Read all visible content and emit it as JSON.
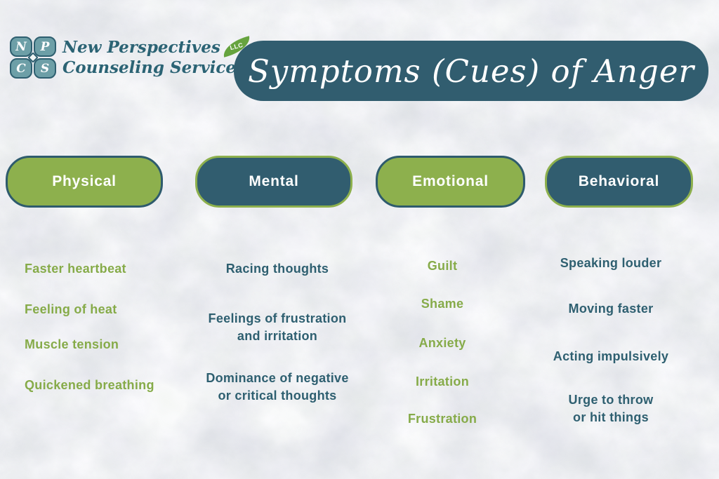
{
  "page": {
    "title": "Symptoms (Cues) of Anger"
  },
  "logo": {
    "letters": [
      "N",
      "P",
      "C",
      "S"
    ],
    "name_line1": "New Perspectives",
    "name_line2": "Counseling Services",
    "llc": "LLC"
  },
  "colors": {
    "teal": "#315D6F",
    "green": "#8DB04D",
    "list_text_green": "#86AB49",
    "list_text_teal": "#2E5F70",
    "logo_square_fill": "#6D9FA7",
    "logo_text": "#2B6374",
    "leaf_green": "#66A33E",
    "background": "#FCFCFE"
  },
  "columns": [
    {
      "label": "Physical",
      "pill_style": "green",
      "items": [
        "Faster heartbeat",
        "Feeling of heat",
        "Muscle tension",
        "Quickened breathing"
      ]
    },
    {
      "label": "Mental",
      "pill_style": "teal",
      "items": [
        "Racing thoughts",
        "Feelings of frustration\nand irritation",
        "Dominance of negative\nor critical thoughts"
      ]
    },
    {
      "label": "Emotional",
      "pill_style": "green",
      "items": [
        "Guilt",
        "Shame",
        "Anxiety",
        "Irritation",
        "Frustration"
      ]
    },
    {
      "label": "Behavioral",
      "pill_style": "teal",
      "items": [
        "Speaking louder",
        "Moving faster",
        "Acting impulsively",
        "Urge to throw\nor hit things"
      ]
    }
  ]
}
